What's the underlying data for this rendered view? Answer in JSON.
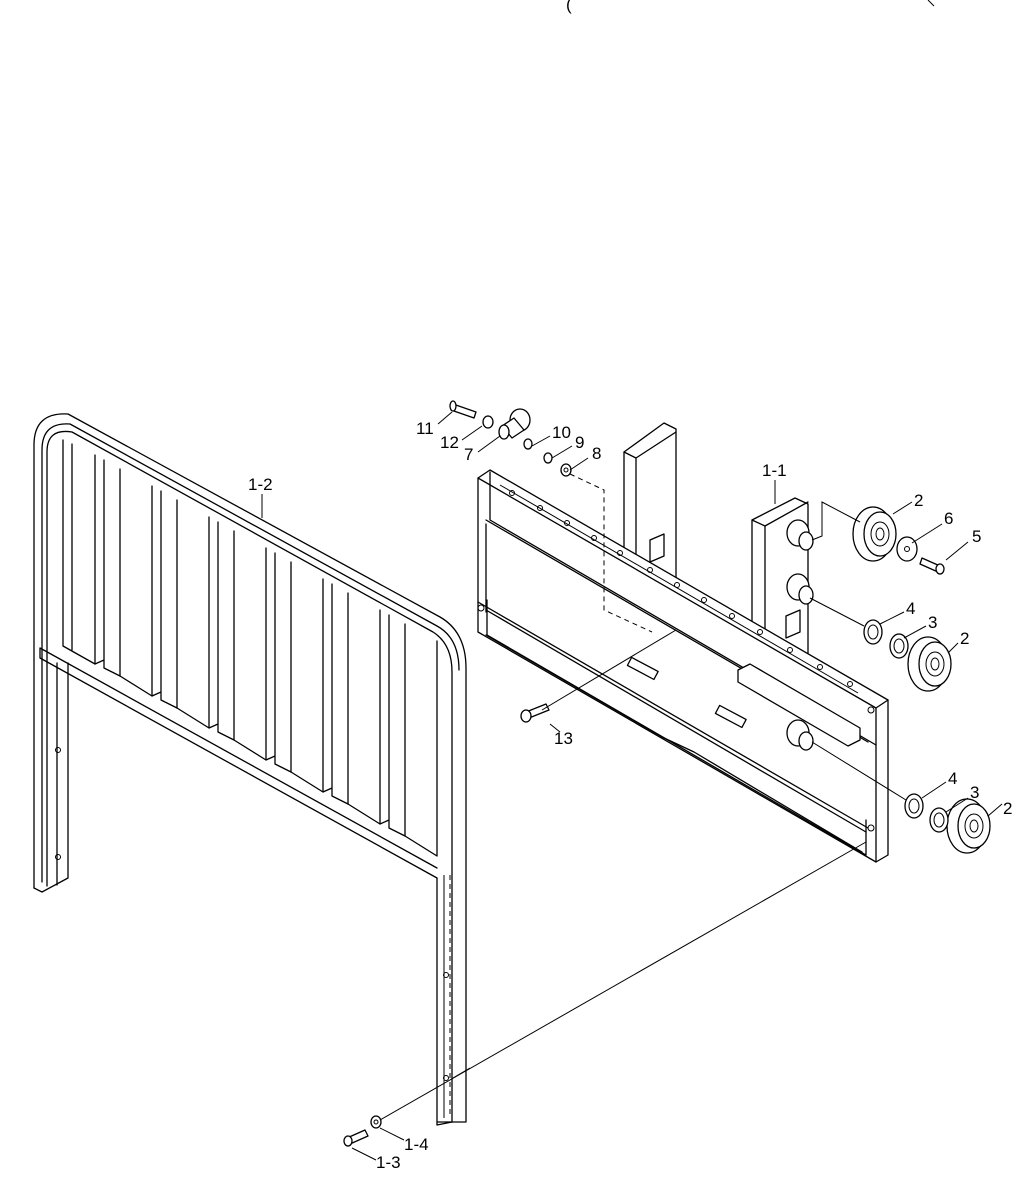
{
  "header_fragment": "(",
  "labels": {
    "l11": "11",
    "l12": "12",
    "l7": "7",
    "l10": "10",
    "l9": "9",
    "l8": "8",
    "l1_1": "1-1",
    "l1_2": "1-2",
    "l2a": "2",
    "l6": "6",
    "l5": "5",
    "l4a": "4",
    "l3a": "3",
    "l2b": "2",
    "l13": "13",
    "l4b": "4",
    "l3b": "3",
    "l2c": "2",
    "l1_4": "1-4",
    "l1_3": "1-3"
  }
}
